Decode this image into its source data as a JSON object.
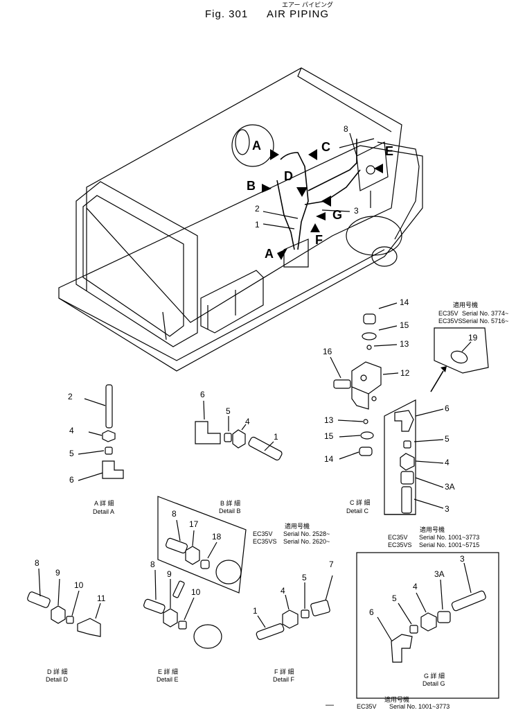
{
  "header": {
    "title_jp": "エアー パイピング",
    "fig": "Fig. 301",
    "title": "AIR PIPING"
  },
  "main_callouts": {
    "A1": "A",
    "A2": "A",
    "B": "B",
    "C": "C",
    "D": "D",
    "E": "E",
    "F": "F",
    "G": "G",
    "n8": "8",
    "n2": "2",
    "n1": "1",
    "n3": "3"
  },
  "detail_c": {
    "caption_jp": "C 詳 細",
    "caption": "Detail C",
    "callouts": [
      "14",
      "15",
      "13",
      "16",
      "12",
      "13",
      "15",
      "14"
    ],
    "serial_box": {
      "head_jp": "適用号機",
      "line1_model": "EC35V",
      "line1_serial": "Serial No. 3774~",
      "line2_model": "EC35VS",
      "line2_serial": "Serial No. 5716~",
      "callout": "19"
    },
    "sub_box": {
      "callouts": [
        "6",
        "5",
        "4",
        "3A",
        "3"
      ],
      "head_jp": "適用号機",
      "line1_model": "EC35V",
      "line1_serial": "Serial No. 1001~3773",
      "line2_model": "EC35VS",
      "line2_serial": "Serial No. 1001~5715"
    }
  },
  "detail_a": {
    "caption_jp": "A 詳 細",
    "caption": "Detail A",
    "callouts": [
      "2",
      "4",
      "5",
      "6"
    ]
  },
  "detail_b": {
    "caption_jp": "B 詳 細",
    "caption": "Detail B",
    "callouts": [
      "6",
      "5",
      "4",
      "1"
    ]
  },
  "detail_e_box": {
    "callouts": [
      "8",
      "17",
      "18"
    ],
    "head_jp": "適用号機",
    "line1_model": "EC35V",
    "line1_serial": "Serial No. 2528~",
    "line2_model": "EC35VS",
    "line2_serial": "Serial No. 2620~"
  },
  "detail_d": {
    "caption_jp": "D 詳 細",
    "caption": "Detail D",
    "callouts": [
      "8",
      "9",
      "10",
      "11"
    ]
  },
  "detail_e": {
    "caption_jp": "E 詳 細",
    "caption": "Detail E",
    "callouts": [
      "8",
      "9",
      "10"
    ]
  },
  "detail_f": {
    "caption_jp": "F 詳 細",
    "caption": "Detail F",
    "callouts": [
      "1",
      "4",
      "5",
      "7"
    ]
  },
  "detail_g": {
    "caption_jp": "G 詳 細",
    "caption": "Detail G",
    "callouts": [
      "3",
      "3A",
      "4",
      "5",
      "6"
    ],
    "foot_jp": "適用号機",
    "foot_model": "EC35V",
    "foot_serial": "Serial No. 1001~3773",
    "dash": "—"
  }
}
